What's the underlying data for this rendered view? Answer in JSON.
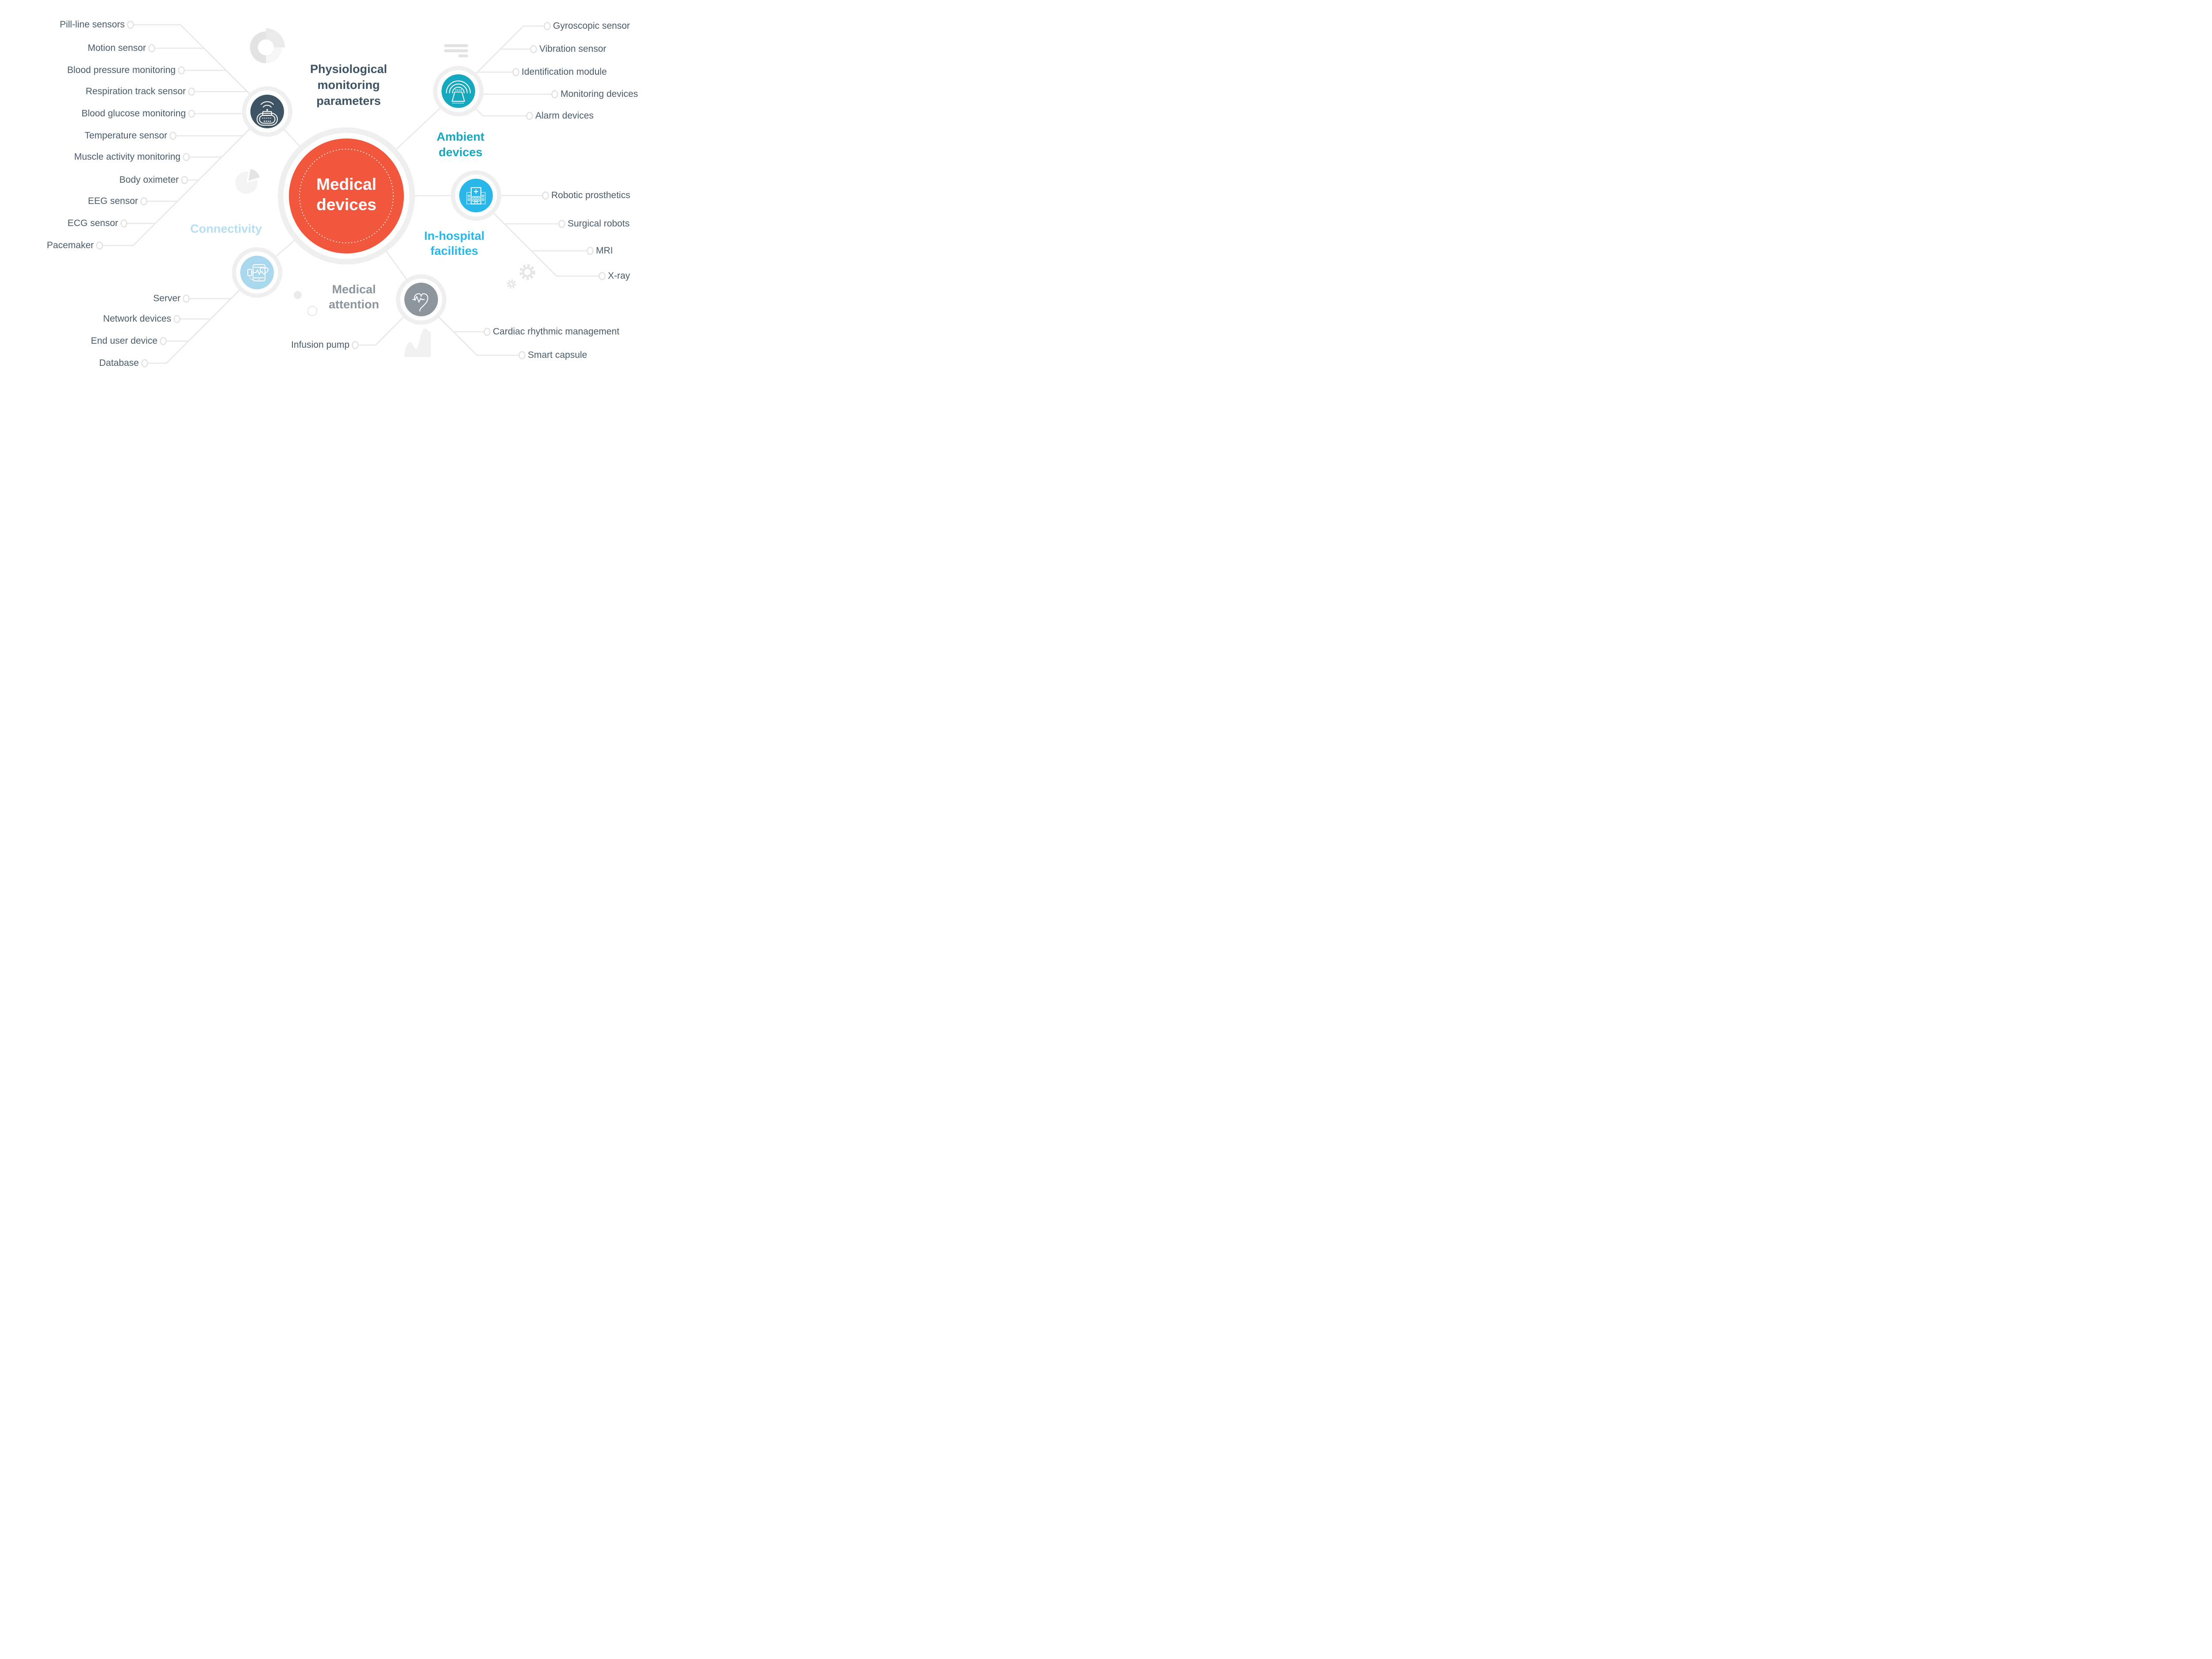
{
  "center": {
    "label": "Medical devices"
  },
  "groups": [
    {
      "name": "Physiological monitoring parameters",
      "items": [
        "Pill-line sensors",
        "Motion sensor",
        "Blood pressure monitoring",
        "Respiration track sensor",
        "Blood glucose monitoring",
        "Temperature sensor",
        "Muscle activity monitoring",
        "Body oximeter",
        "EEG sensor",
        "ECG sensor",
        "Pacemaker"
      ]
    },
    {
      "name": "Ambient devices",
      "items": [
        "Gyroscopic sensor",
        "Vibration sensor",
        "Identification module",
        "Monitoring devices",
        "Alarm devices"
      ]
    },
    {
      "name": "In-hospital facilities",
      "items": [
        "Robotic prosthetics",
        "Surgical robots",
        "MRI",
        "X-ray"
      ]
    },
    {
      "name": "Medical attention",
      "items": [
        "Infusion pump",
        "Cardiac rhythmic management",
        "Smart capsule"
      ]
    },
    {
      "name": "Connectivity",
      "items": [
        "Server",
        "Network devices",
        "End user device",
        "Database"
      ]
    }
  ],
  "colors": {
    "center": "#F1573C",
    "physiological": "#3E5363",
    "ambient": "#16A8BE",
    "in_hospital": "#29B7E9",
    "connectivity_circle": "#A9D8EE",
    "connectivity_heading": "#B6DFF2",
    "medical_attention": "#8D959D",
    "label_text": "#4A5B69",
    "line": "#E8E8E8",
    "ring": "#EFEFEF",
    "marker": "#E2E2E2"
  },
  "icons": {
    "physiological": "wearable-tracker-wifi-icon",
    "ambient": "ambient-sensor-signal-icon",
    "in_hospital": "hospital-building-icon",
    "connectivity": "smartphone-health-monitor-icon",
    "medical_attention": "heart-pulse-icon",
    "decorations": [
      "donut-chart-icon",
      "menu-bars-icon",
      "pie-chart-icon",
      "gears-icon",
      "area-chart-icon",
      "dot-icon",
      "circle-outline-icon"
    ]
  }
}
